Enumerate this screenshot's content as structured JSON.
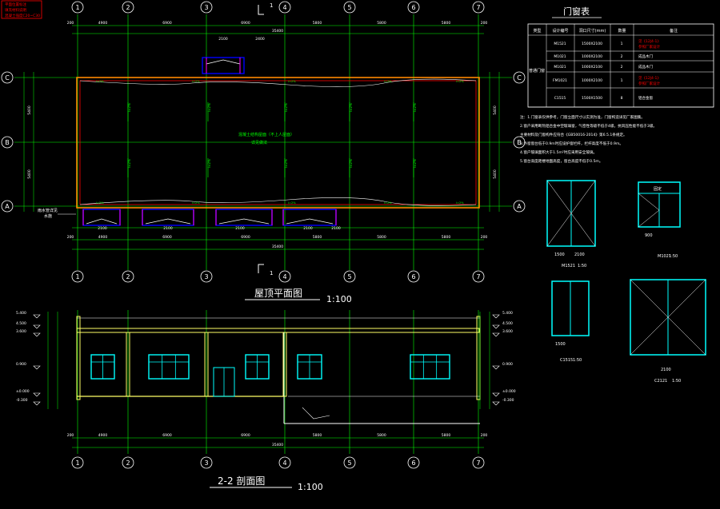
{
  "top_left_legend": [
    "平面位置标注",
    "填充材料说明",
    "混凝土强度C20~C30"
  ],
  "grid_axes": {
    "vertical": [
      "1",
      "2",
      "3",
      "4",
      "5",
      "6",
      "7"
    ],
    "horizontal": [
      "C",
      "B",
      "A"
    ]
  },
  "dimensions": {
    "spans": [
      "4900",
      "6900",
      "6900",
      "5800",
      "5800",
      "5800"
    ],
    "total": "35400",
    "edge": "200",
    "bays_left": [
      "5400",
      "5400"
    ],
    "bays_right": [
      "5400",
      "5400"
    ],
    "bottom_sub": [
      "2100",
      "2100",
      "2100",
      "2100",
      "2100"
    ],
    "top_sub": [
      "2100",
      "2400"
    ]
  },
  "section_mark": "1",
  "roof_plan": {
    "title": "屋顶平面图",
    "scale": "1:100",
    "center_note": "混凝土结构屋面（不上人屋面）",
    "center_note2": "详见做法",
    "slope_label": "i=2%",
    "gutter_note": "雨水管详见",
    "gutter_note2": "水施"
  },
  "door_window_table": {
    "title": "门窗表",
    "headers": [
      "类型",
      "设计编号",
      "洞口尺寸(mm)",
      "数量",
      "备注"
    ],
    "category": "普通门窗",
    "rows": [
      {
        "code": "M1521",
        "size": "1500X2100",
        "qty": "1",
        "note": "见《12J4-1》",
        "note2": "参照厂家设计"
      },
      {
        "code": "M1021",
        "size": "1000X2100",
        "qty": "2",
        "note": "成品木门"
      },
      {
        "code": "M1021",
        "size": "1000X2100",
        "qty": "2",
        "note": "成品木门"
      },
      {
        "code": "FM1021",
        "size": "1000X2100",
        "qty": "1",
        "note": "见《12J4-1》",
        "note2": "参照厂家设计"
      },
      {
        "code": "C1515",
        "size": "1500X1500",
        "qty": "8",
        "note": "铝合金窗"
      }
    ]
  },
  "notes": [
    "注：1.门窗表仅供参考，门窗立面尺寸以实测为准，门窗构造详见厂家图集。",
    "2.窗户采用断热铝合金中空玻璃窗，气密性等级不低于4级，抗风压性能不低于3级。",
    "  主要材料及门窗构件应符合《GB50016-2014》第6.5.1条规定。",
    "3.外窗窗台低于0.9m时应设护窗栏杆，栏杆高度不低于0.9m。",
    "4.窗户玻璃面积大于1.5m²时应采用安全玻璃。",
    "5.窗台高度距楼地面高度，窗台高度不低于0.5m。"
  ],
  "elevations": [
    {
      "name": "M1521",
      "w": "1500",
      "h": "2100",
      "scale": "1:50",
      "dim_note": "2100"
    },
    {
      "name": "M1021",
      "w": "1000",
      "h": "2100",
      "scale": "1:50",
      "dim_note": "900",
      "top_label": "固定"
    },
    {
      "name": "C1515",
      "w": "1500",
      "h": "1500",
      "scale": "1:50"
    },
    {
      "name": "C2121",
      "w": "2100",
      "h": "2100",
      "scale": "1:50"
    }
  ],
  "section": {
    "title": "2-2 剖面图",
    "scale": "1:100",
    "levels_left": [
      "5.400",
      "4.500",
      "3.600",
      "0.900",
      "±0.000",
      "-0.300"
    ],
    "levels_right": [
      "5.400",
      "4.500",
      "3.600",
      "0.900",
      "±0.000",
      "-0.300"
    ]
  },
  "colors": {
    "grid": "#00ff00",
    "wall": "#ffff66",
    "window": "#00ffff",
    "roof_edge": "#ff0000",
    "text": "#ffffff",
    "purple": "#ff00ff",
    "blue": "#0000ff",
    "orange": "#ff8800"
  }
}
